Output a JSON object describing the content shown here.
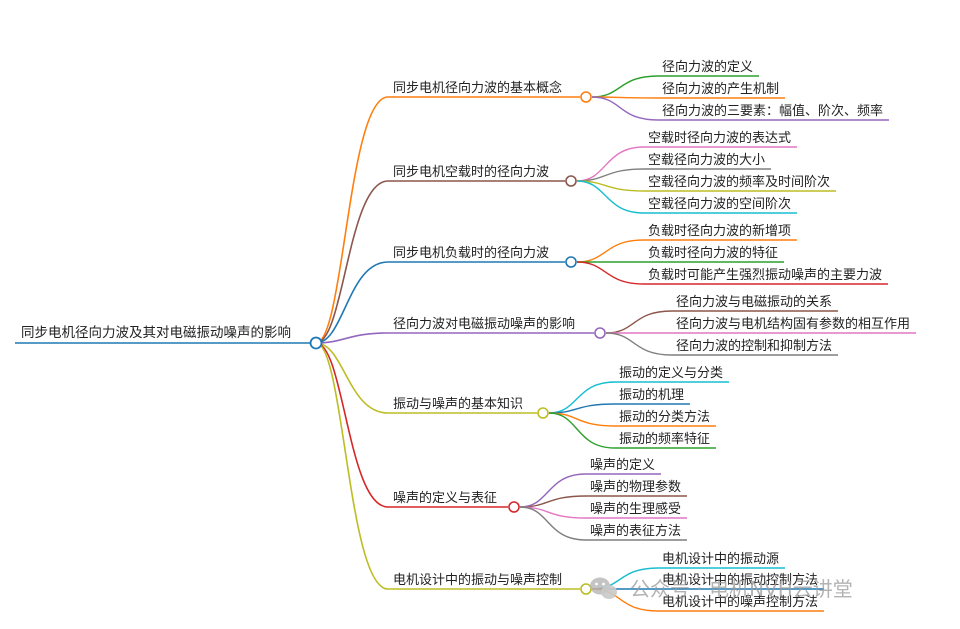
{
  "root": {
    "label": "同步电机径向力波及其对电磁振动噪声的影响",
    "color": "#1f78b4"
  },
  "branches": [
    {
      "label": "同步电机径向力波的基本概念",
      "color": "#ff7f0e",
      "children": [
        {
          "label": "径向力波的定义",
          "color": "#2ca02c"
        },
        {
          "label": "径向力波的产生机制",
          "color": "#ff7f0e"
        },
        {
          "label": "径向力波的三要素：幅值、阶次、频率",
          "color": "#9467bd"
        }
      ]
    },
    {
      "label": "同步电机空载时的径向力波",
      "color": "#8c564b",
      "children": [
        {
          "label": "空载时径向力波的表达式",
          "color": "#e377c2"
        },
        {
          "label": "空载径向力波的大小",
          "color": "#7f7f7f"
        },
        {
          "label": "空载径向力波的频率及时间阶次",
          "color": "#bcbd22"
        },
        {
          "label": "空载径向力波的空间阶次",
          "color": "#17becf"
        }
      ]
    },
    {
      "label": "同步电机负载时的径向力波",
      "color": "#1f78b4",
      "children": [
        {
          "label": "负载时径向力波的新增项",
          "color": "#ff7f0e"
        },
        {
          "label": "负载时径向力波的特征",
          "color": "#2ca02c"
        },
        {
          "label": "负载时可能产生强烈振动噪声的主要力波",
          "color": "#d62728"
        }
      ]
    },
    {
      "label": "径向力波对电磁振动噪声的影响",
      "color": "#9467bd",
      "children": [
        {
          "label": "径向力波与电磁振动的关系",
          "color": "#8c564b"
        },
        {
          "label": "径向力波与电机结构固有参数的相互作用",
          "color": "#e377c2"
        },
        {
          "label": "径向力波的控制和抑制方法",
          "color": "#7f7f7f"
        }
      ]
    },
    {
      "label": "振动与噪声的基本知识",
      "color": "#bcbd22",
      "children": [
        {
          "label": "振动的定义与分类",
          "color": "#17becf"
        },
        {
          "label": "振动的机理",
          "color": "#1f78b4"
        },
        {
          "label": "振动的分类方法",
          "color": "#ff7f0e"
        },
        {
          "label": "振动的频率特征",
          "color": "#2ca02c"
        }
      ]
    },
    {
      "label": "噪声的定义与表征",
      "color": "#d62728",
      "children": [
        {
          "label": "噪声的定义",
          "color": "#9467bd"
        },
        {
          "label": "噪声的物理参数",
          "color": "#8c564b"
        },
        {
          "label": "噪声的生理感受",
          "color": "#e377c2"
        },
        {
          "label": "噪声的表征方法",
          "color": "#7f7f7f"
        }
      ]
    },
    {
      "label": "电机设计中的振动与噪声控制",
      "color": "#bcbd22",
      "children": [
        {
          "label": "电机设计中的振动源",
          "color": "#17becf"
        },
        {
          "label": "电机设计中的振动控制方法",
          "color": "#1f78b4"
        },
        {
          "label": "电机设计中的噪声控制方法",
          "color": "#ff7f0e"
        }
      ]
    }
  ],
  "watermark": {
    "text": "公众号 · 电机NVH云讲堂",
    "icon": "wechat-icon"
  }
}
